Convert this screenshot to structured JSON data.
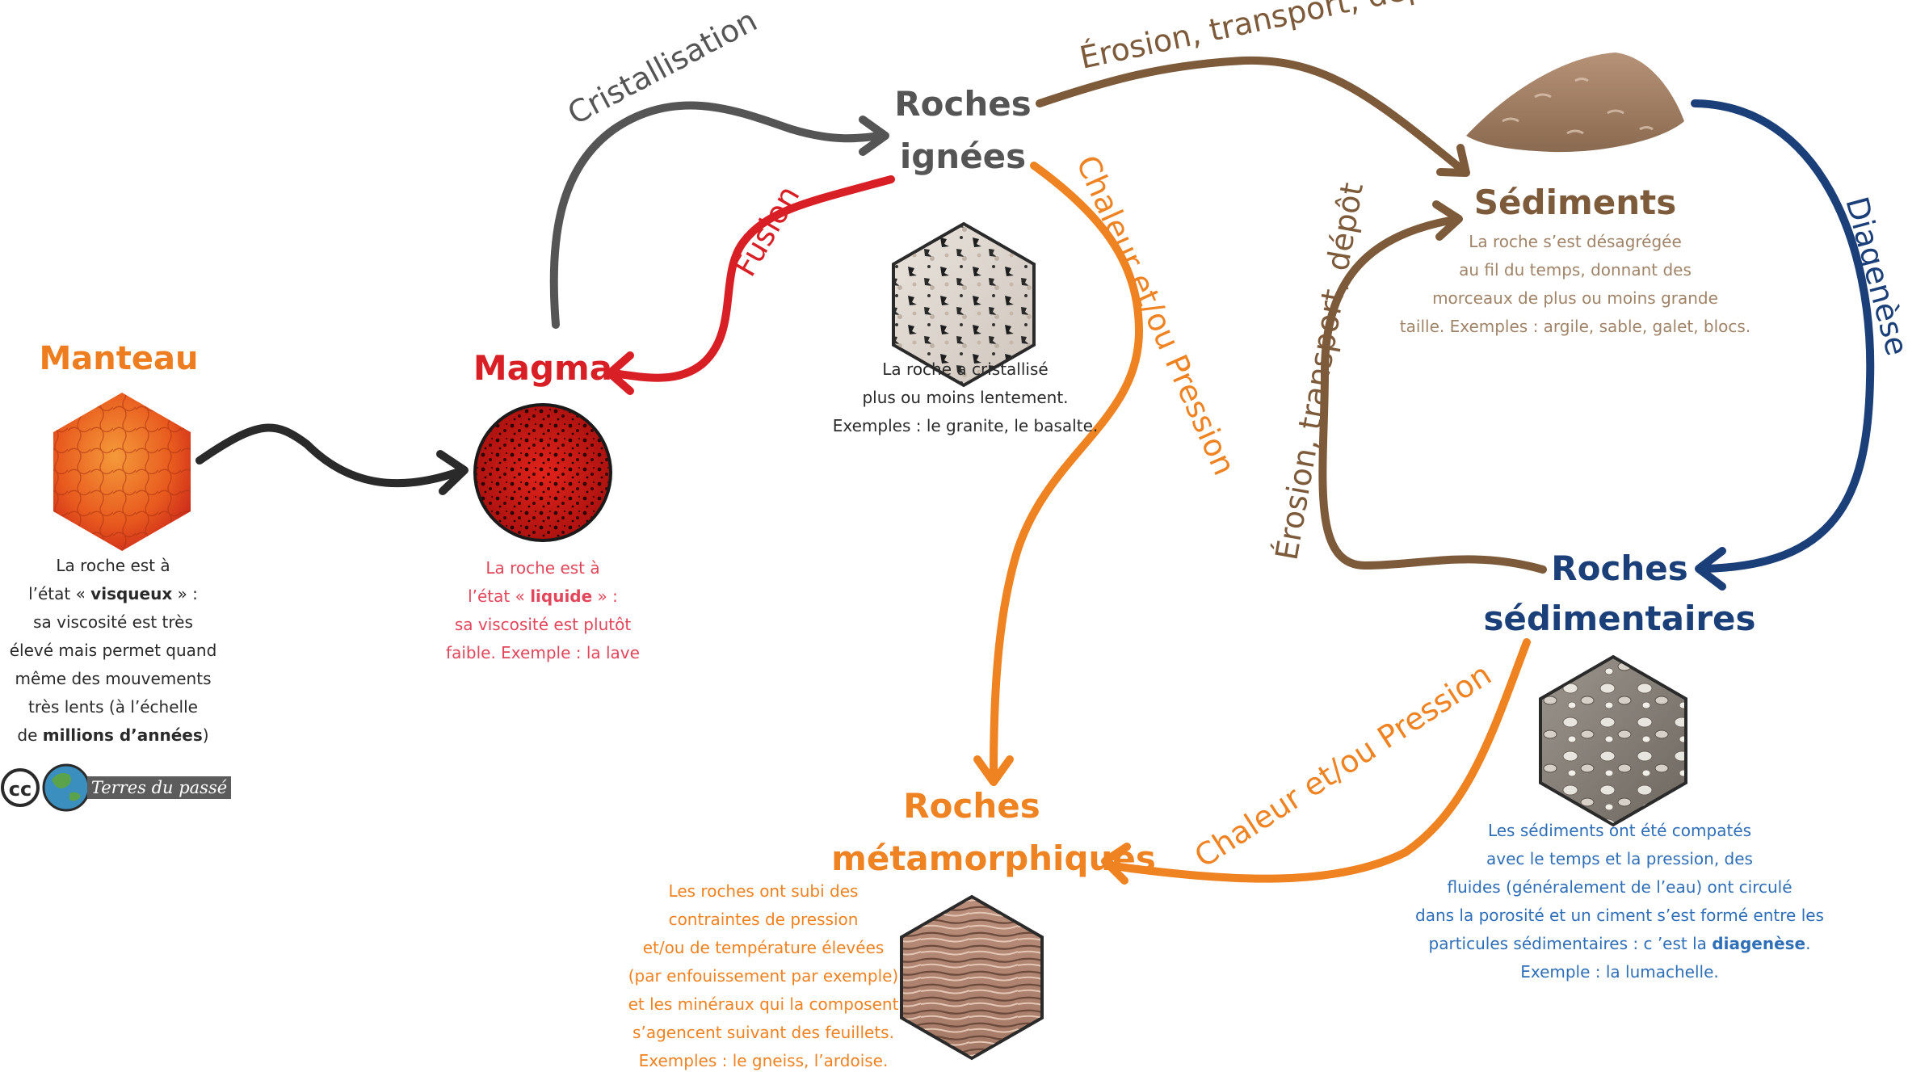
{
  "colors": {
    "mantle": "#ee7d1f",
    "magma": "#d91f26",
    "magma_text": "#e2465a",
    "igneous": "#555555",
    "sediment": "#7d5a3a",
    "sediment_text": "#a08468",
    "sedimentary": "#1b3f78",
    "sedimentary_text": "#2f6fb7",
    "metamorphic": "#ef8221",
    "black": "#2a2a2a"
  },
  "nodes": {
    "manteau": {
      "title": "Manteau",
      "desc": [
        [
          "La roche est à"
        ],
        [
          "l’état « ",
          "visqueux",
          " » :"
        ],
        [
          "sa viscosité est très"
        ],
        [
          "élevé mais permet quand"
        ],
        [
          "même des mouvements"
        ],
        [
          "très lents (à l’échelle"
        ],
        [
          "de ",
          "millions d’années",
          ")"
        ]
      ]
    },
    "magma": {
      "title": "Magma",
      "desc": [
        [
          "La roche est à"
        ],
        [
          "l’état « ",
          "liquide",
          " » :"
        ],
        [
          "sa viscosité est plutôt"
        ],
        [
          "faible. Exemple : la lave"
        ]
      ]
    },
    "ignees": {
      "title_1": "Roches",
      "title_2": "ignées",
      "desc": [
        [
          "La roche a cristallisé"
        ],
        [
          "plus ou moins lentement."
        ],
        [
          "Exemples : le granite, le basalte."
        ]
      ]
    },
    "sediments": {
      "title": "Sédiments",
      "desc": [
        [
          "La roche s’est désagrégée"
        ],
        [
          "au fil du temps, donnant des"
        ],
        [
          "morceaux de plus ou moins grande"
        ],
        [
          "taille. Exemples : argile, sable, galet, blocs."
        ]
      ]
    },
    "sedimentaires": {
      "title_1": "Roches",
      "title_2": "sédimentaires",
      "desc": [
        [
          "Les sédiments ont été compatés"
        ],
        [
          "avec le temps et la pression, des"
        ],
        [
          "fluides (généralement de l’eau) ont circulé"
        ],
        [
          "dans la porosité et un ciment s’est formé entre les"
        ],
        [
          "particules sédimentaires : c ’est la ",
          "diagenèse",
          "."
        ],
        [
          "Exemple : la lumachelle."
        ]
      ]
    },
    "metamorphiques": {
      "title_1": "Roches",
      "title_2": "métamorphiques",
      "desc": [
        [
          "Les roches ont subi des"
        ],
        [
          "contraintes de pression"
        ],
        [
          "et/ou de température élevées"
        ],
        [
          "(par enfouissement par exemple)"
        ],
        [
          "et les minéraux qui la composent"
        ],
        [
          "s’agencent suivant des feuillets."
        ],
        [
          "Exemples : le gneiss, l’ardoise."
        ]
      ]
    }
  },
  "arrows": {
    "cristallisation": "Cristallisation",
    "fusion": "Fusion",
    "erosion_top": "Érosion, transport, dépôt",
    "erosion_left": "Érosion, transport, dépôt",
    "diagenese": "Diagenèse",
    "chaleur_ignees": "Chaleur et/ou Pression",
    "chaleur_sed": "Chaleur et/ou Pression"
  },
  "logo": {
    "cc": "cc",
    "text": "Terres du passé"
  }
}
